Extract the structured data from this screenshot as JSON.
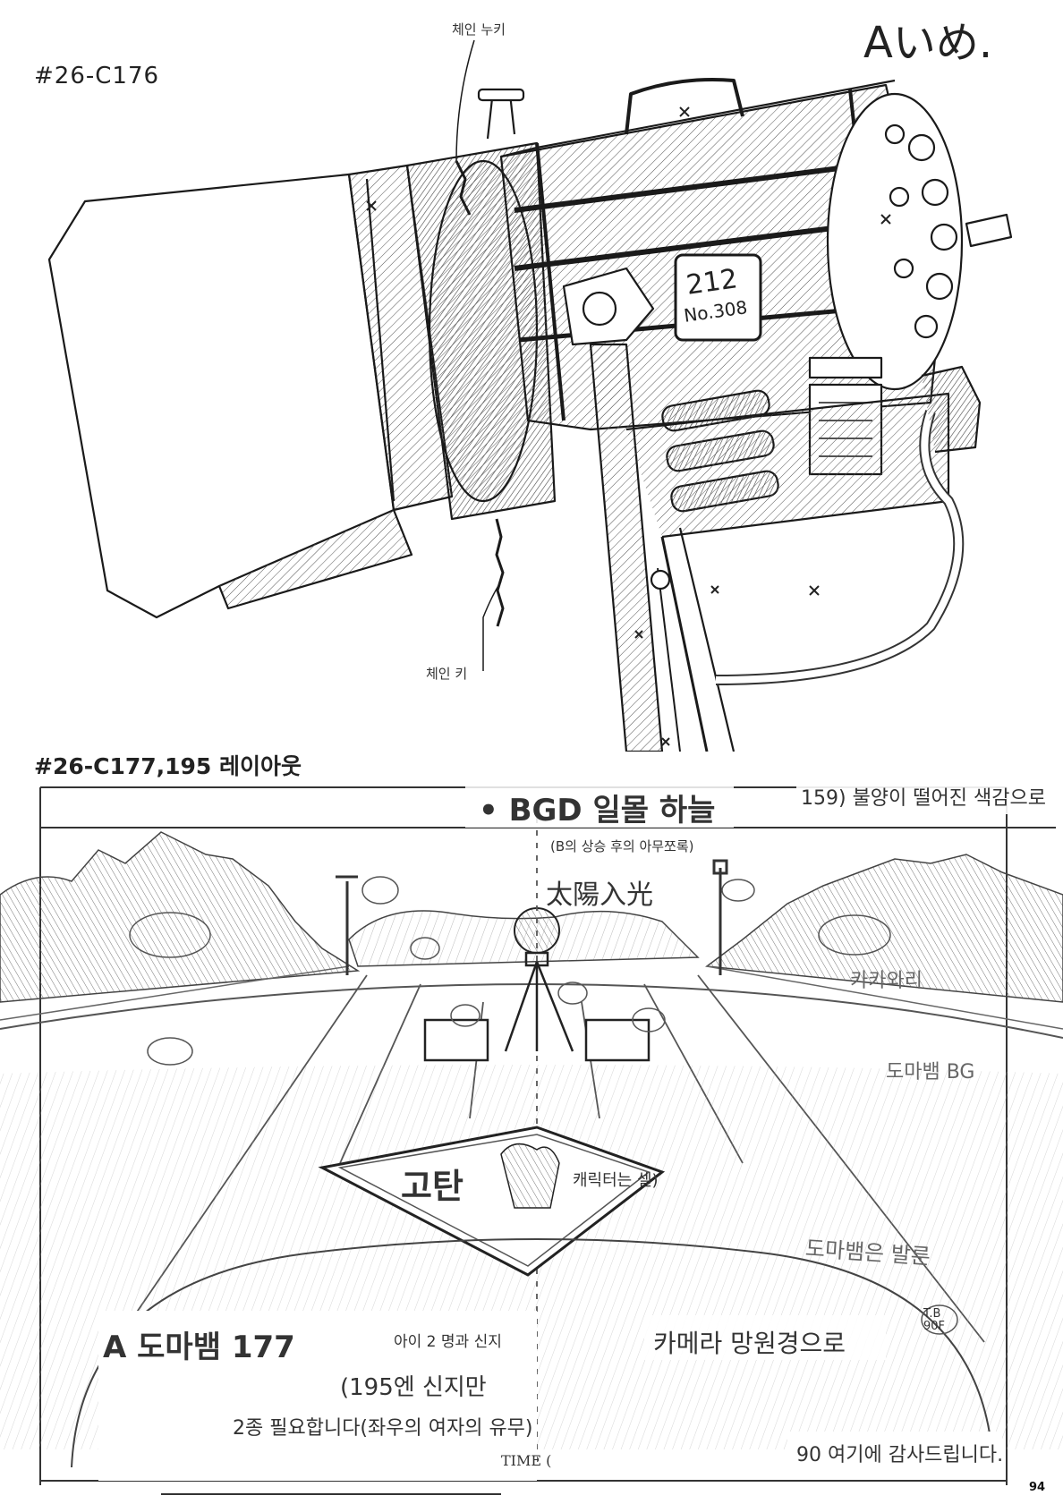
{
  "top_panel": {
    "cut_code": "#26-C176",
    "signature": "Aいめ.",
    "callout_chain_top": "체인 누키",
    "callout_chain_bottom": "체인 키",
    "plate_line1": "212",
    "plate_line2": "No.308"
  },
  "bottom_panel": {
    "layout_title": "#26-C177,195 레이아웃",
    "bgd_label": "• BGD 일몰 하늘",
    "color_note": "159) 불양이 떨어진 색감으로",
    "b_note": "(B의 상승 후의 아무쪼록)",
    "sun_note": "太陽入光",
    "right_hill_label": "카카와리",
    "snake_bg_label": "도마뱀 BG",
    "gotan_label": "고탄",
    "cel_note": "캐릭터는 셀)",
    "dry_note": "도마뱀은 발룬",
    "a_label": "A 도마뱀 177",
    "children_note": "아이 2 명과 신지",
    "camera_note": "카메라 망원경으로",
    "shinji_note": "(195엔 신지만",
    "two_kinds_note": "2종 필요합니다(좌우의 여자의 유무)",
    "time_label": "TIME (",
    "thanks_note": "90 여기에 감사드립니다.",
    "tb_note": "T.B 90F"
  },
  "page_number": "94"
}
